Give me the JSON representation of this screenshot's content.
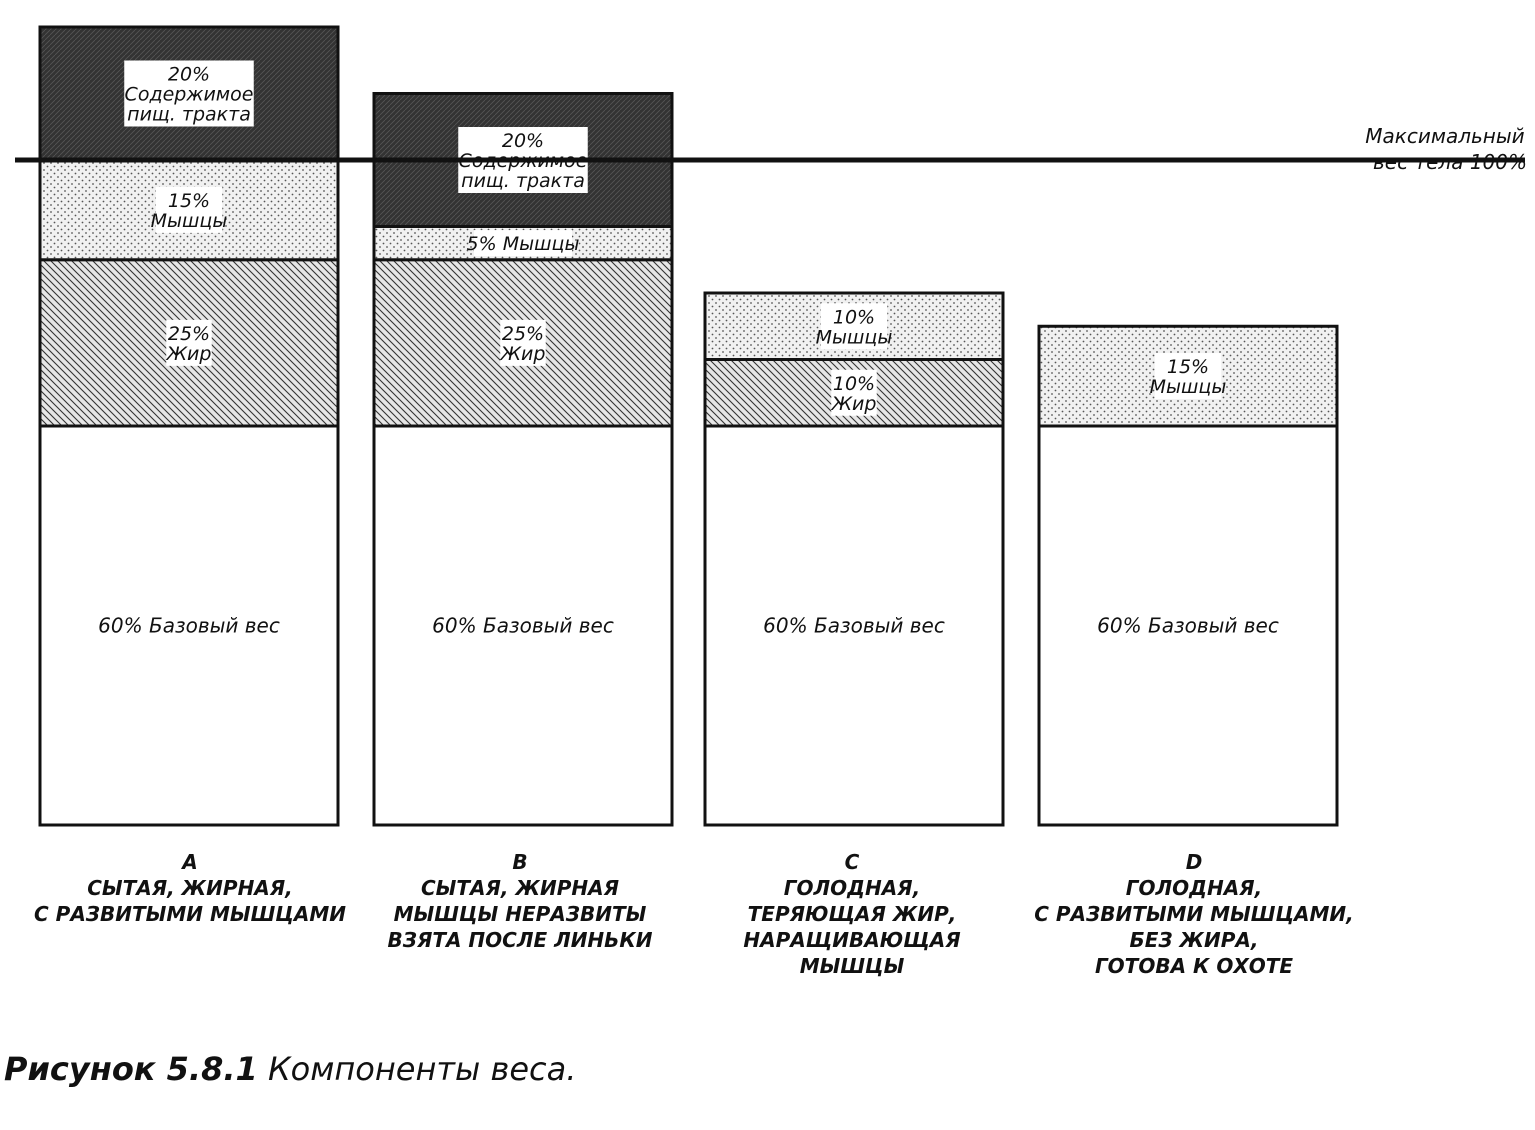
{
  "chart_data": {
    "type": "bar",
    "stacked": true,
    "categories": [
      "A",
      "B",
      "C",
      "D"
    ],
    "reference_line": {
      "value": 100,
      "label_lines": [
        "Максимальный",
        "вес тела 100%"
      ]
    },
    "columns": [
      {
        "letter": "A",
        "caption_lines": [
          "СЫТАЯ, ЖИРНАЯ,",
          "С РАЗВИТЫМИ МЫШЦАМИ"
        ],
        "segments": [
          {
            "component": "base",
            "value": 60,
            "label_lines": [
              "60% Базовый вес"
            ]
          },
          {
            "component": "fat",
            "value": 25,
            "label_lines": [
              "25%",
              "Жир"
            ]
          },
          {
            "component": "muscle",
            "value": 15,
            "label_lines": [
              "15%",
              "Мышцы"
            ]
          },
          {
            "component": "gut",
            "value": 20,
            "label_lines": [
              "20%",
              "Содержимое",
              "пищ. тракта"
            ]
          }
        ]
      },
      {
        "letter": "B",
        "caption_lines": [
          "СЫТАЯ, ЖИРНАЯ",
          "МЫШЦЫ НЕРАЗВИТЫ",
          "ВЗЯТА ПОСЛЕ ЛИНЬКИ"
        ],
        "segments": [
          {
            "component": "base",
            "value": 60,
            "label_lines": [
              "60% Базовый вес"
            ]
          },
          {
            "component": "fat",
            "value": 25,
            "label_lines": [
              "25%",
              "Жир"
            ]
          },
          {
            "component": "muscle",
            "value": 5,
            "label_lines": [
              "5% Мышцы"
            ]
          },
          {
            "component": "gut",
            "value": 20,
            "label_lines": [
              "20%",
              "Содержимое",
              "пищ. тракта"
            ]
          }
        ]
      },
      {
        "letter": "C",
        "caption_lines": [
          "ГОЛОДНАЯ,",
          "ТЕРЯЮЩАЯ ЖИР,",
          "НАРАЩИВАЮЩАЯ",
          "МЫШЦЫ"
        ],
        "segments": [
          {
            "component": "base",
            "value": 60,
            "label_lines": [
              "60% Базовый вес"
            ]
          },
          {
            "component": "fat",
            "value": 10,
            "label_lines": [
              "10%",
              "Жир"
            ]
          },
          {
            "component": "muscle",
            "value": 10,
            "label_lines": [
              "10%",
              "Мышцы"
            ]
          }
        ]
      },
      {
        "letter": "D",
        "caption_lines": [
          "ГОЛОДНАЯ,",
          "С РАЗВИТЫМИ МЫШЦАМИ,",
          "БЕЗ ЖИРА,",
          "ГОТОВА К ОХОТЕ"
        ],
        "segments": [
          {
            "component": "base",
            "value": 60,
            "label_lines": [
              "60% Базовый вес"
            ]
          },
          {
            "component": "muscle",
            "value": 15,
            "label_lines": [
              "15%",
              "Мышцы"
            ]
          }
        ]
      }
    ],
    "patterns": {
      "gut": "solid-dark",
      "muscle": "dots",
      "fat": "diagonal-hatch",
      "base": "white"
    },
    "colors": {
      "ink": "#111111",
      "gut_fill": "#3a3a3a",
      "dot_fill": "#f1f1f1",
      "hatch_fill": "#e6e6e6"
    }
  },
  "figure": {
    "number": "Рисунок 5.8.1",
    "title": "Компоненты веса."
  }
}
